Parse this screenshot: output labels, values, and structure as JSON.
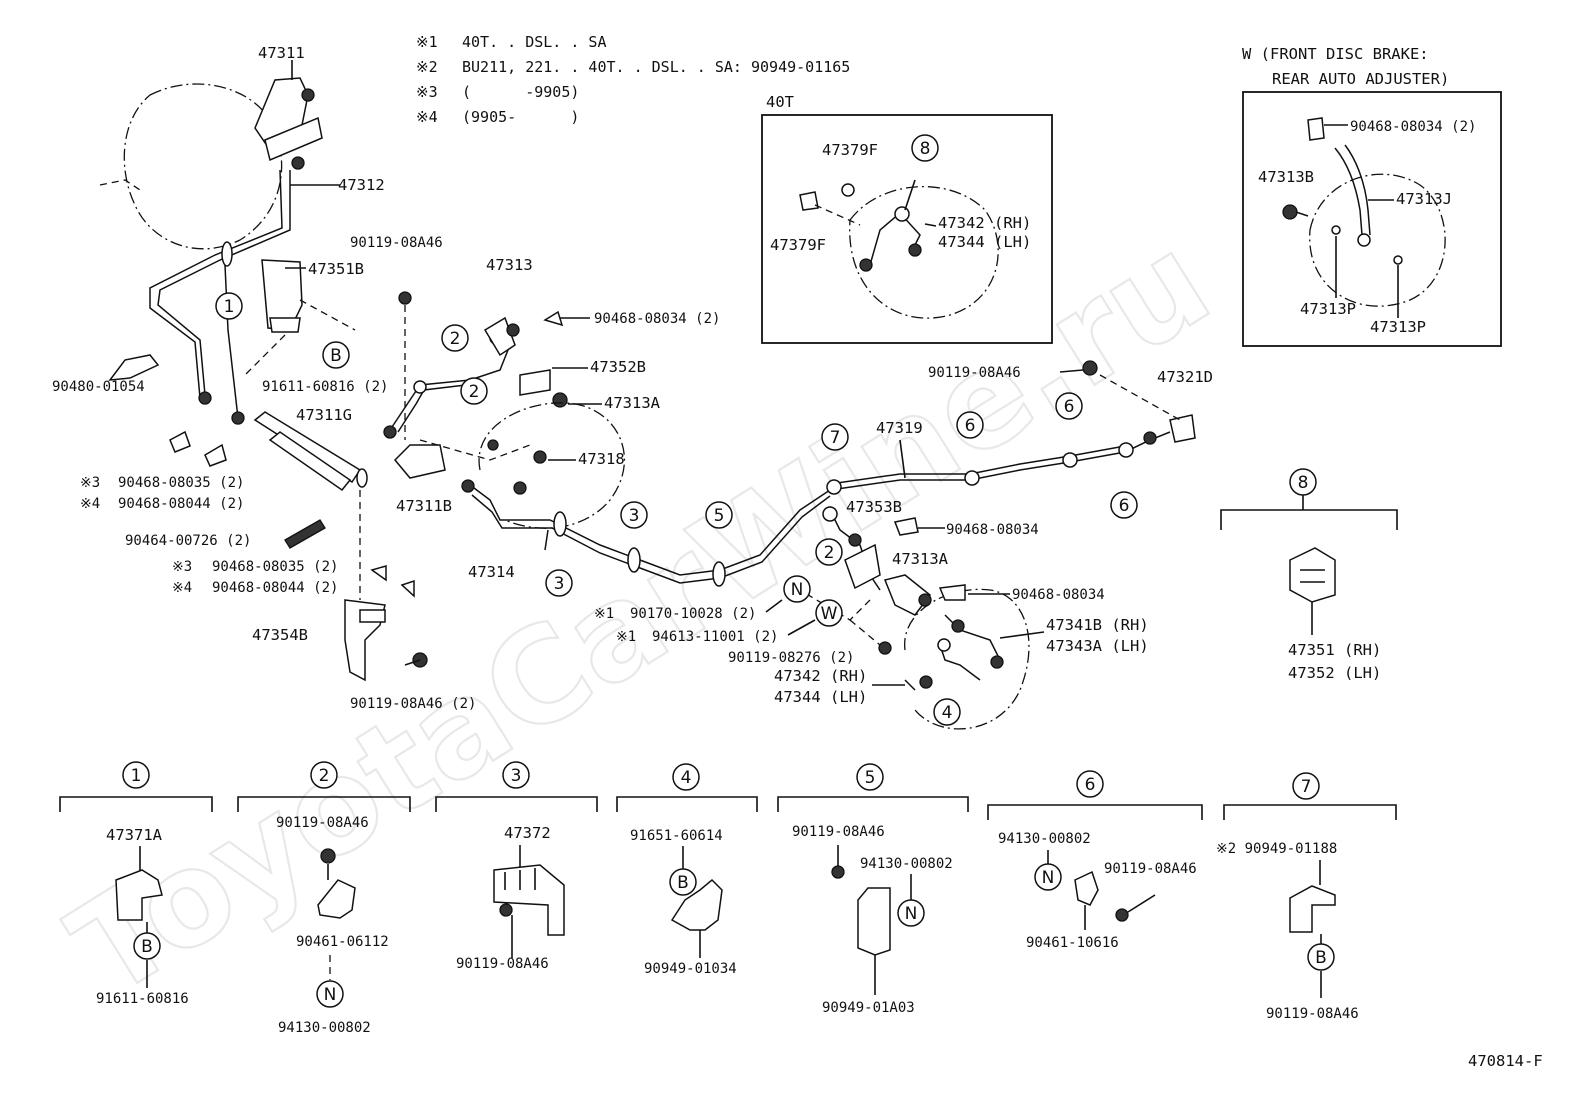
{
  "notes": [
    {
      "mark": "※1",
      "text": "40T. . DSL. . SA"
    },
    {
      "mark": "※2",
      "text": "BU211, 221. . 40T. . DSL. . SA: 90949-01165"
    },
    {
      "mark": "※3",
      "text": "(      -9905)"
    },
    {
      "mark": "※4",
      "text": "(9905-      )"
    }
  ],
  "watermark": "ToyotaCarWine.ru",
  "drawing_number": "470814-F",
  "inset_40t": {
    "title": "40T",
    "labels": {
      "p47379f_a": "47379F",
      "p47379f_b": "47379F",
      "p47342": "47342 (RH)",
      "p47344": "47344 (LH)"
    },
    "callout": "8"
  },
  "inset_w": {
    "title_line1": "W (FRONT DISC BRAKE:",
    "title_line2": "REAR AUTO ADJUSTER)",
    "labels": {
      "clip": "90468-08034 (2)",
      "p47313b": "47313B",
      "p47313j": "47313J",
      "p47313p_a": "47313P",
      "p47313p_b": "47313P"
    }
  },
  "main_labels": {
    "p47311": "47311",
    "p47312": "47312",
    "p47351b": "47351B",
    "p91611_60816_2": "91611-60816 (2)",
    "p90480": "90480-01054",
    "p47311g": "47311G",
    "n3_08035_a": "90468-08035 (2)",
    "n4_08044_a": "90468-08044 (2)",
    "p90464": "90464-00726 (2)",
    "n3_08035_b": "90468-08035 (2)",
    "n4_08044_b": "90468-08044 (2)",
    "p47354b": "47354B",
    "p90119_08a46_2": "90119-08A46 (2)",
    "p90119_08a46_top": "90119-08A46",
    "p47313": "47313",
    "p90468_08034_2": "90468-08034 (2)",
    "p47352b": "47352B",
    "p47313a_top": "47313A",
    "p47318": "47318",
    "p47311b": "47311B",
    "p47314": "47314",
    "p47319": "47319",
    "p90119_08a46_right": "90119-08A46",
    "p47321d": "47321D",
    "p47353b": "47353B",
    "p90468_08034_m1": "90468-08034",
    "p47313a_mid": "47313A",
    "p90468_08034_m2": "90468-08034",
    "p90170": "90170-10028 (2)",
    "p94613": "94613-11001 (2)",
    "p90119_08276": "90119-08276 (2)",
    "p47341b": "47341B (RH)",
    "p47343a": "47343A (LH)",
    "p47342_main": "47342 (RH)",
    "p47344_main": "47344 (LH)",
    "p47351_rh": "47351 (RH)",
    "p47352_lh": "47352 (LH)"
  },
  "circle_markers": {
    "one": "1",
    "two": "2",
    "three": "3",
    "four": "4",
    "five": "5",
    "six": "6",
    "seven": "7",
    "eight": "8",
    "b": "B",
    "n": "N",
    "w": "W"
  },
  "legend_groups": [
    {
      "id": "1",
      "labels": [
        "47371A",
        "91611-60816"
      ],
      "circle": "B"
    },
    {
      "id": "2",
      "labels": [
        "90119-08A46",
        "90461-06112",
        "94130-00802"
      ],
      "circle": "N"
    },
    {
      "id": "3",
      "labels": [
        "47372",
        "90119-08A46"
      ]
    },
    {
      "id": "4",
      "labels": [
        "91651-60614",
        "90949-01034"
      ],
      "circle": "B"
    },
    {
      "id": "5",
      "labels": [
        "90119-08A46",
        "94130-00802",
        "90949-01A03"
      ],
      "circle": "N"
    },
    {
      "id": "6",
      "labels": [
        "94130-00802",
        "90119-08A46",
        "90461-10616"
      ],
      "circle": "N"
    },
    {
      "id": "7",
      "labels": [
        "※2 90949-01188",
        "90119-08A46"
      ],
      "circle": "B"
    }
  ]
}
